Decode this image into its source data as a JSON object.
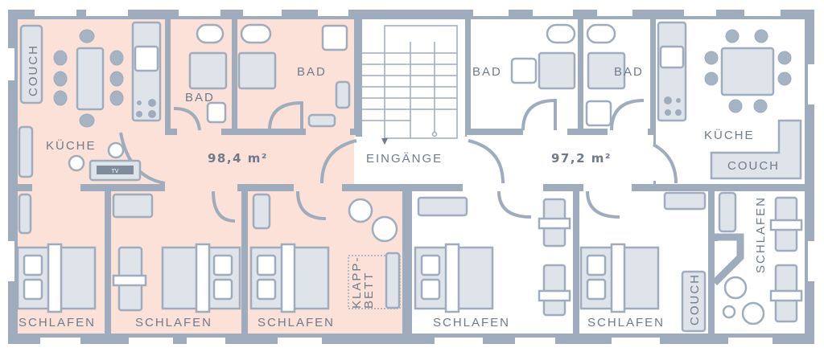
{
  "colors": {
    "wall": "#9eacbd",
    "apartment_left": "#fbe1d7",
    "apartment_right": "#ffffff",
    "text": "#6f7b8b"
  },
  "apartment_left": {
    "area": "98,4 m²",
    "rooms": {
      "kitchen": "KÜCHE",
      "bath_1": "BAD",
      "bath_2": "BAD",
      "bedroom_1": "SCHLAFEN",
      "bedroom_2": "SCHLAFEN",
      "bedroom_3": "SCHLAFEN"
    },
    "furniture": {
      "couch": "COUCH",
      "tv": "TV",
      "folding_bed": "KLAPP-",
      "folding_bed_2": "BETT"
    }
  },
  "stairwell": {
    "label": "EINGÄNGE"
  },
  "apartment_right": {
    "area": "97,2 m²",
    "rooms": {
      "kitchen": "KÜCHE",
      "bath_1": "BAD",
      "bath_2": "BAD",
      "bedroom_1": "SCHLAFEN",
      "bedroom_2": "SCHLAFEN",
      "bedroom_3": "SCHLAFEN"
    },
    "furniture": {
      "couch": "COUCH",
      "couch_2": "COUCH"
    }
  }
}
